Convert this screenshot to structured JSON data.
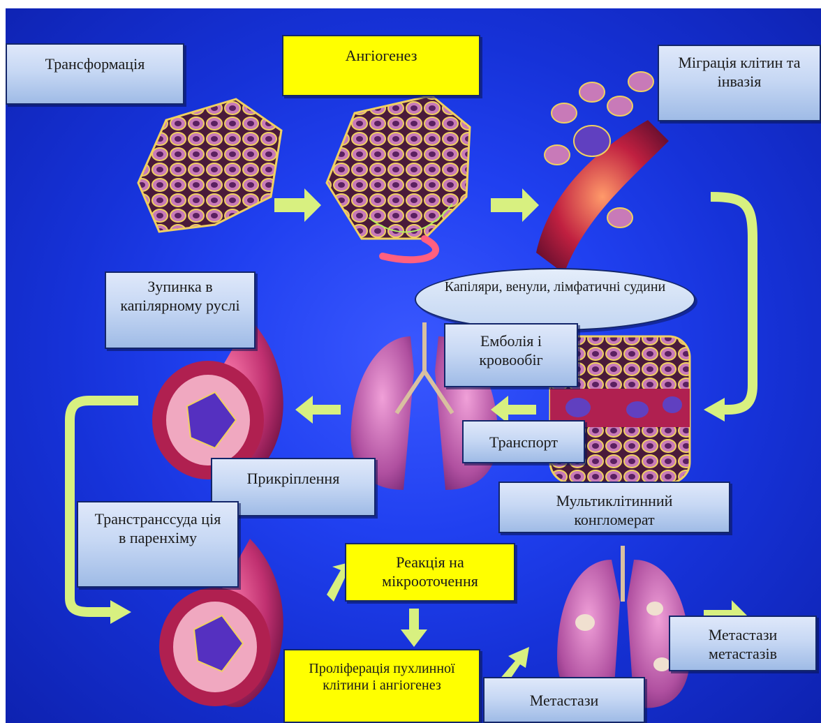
{
  "stages": {
    "transformation": "Трансформація",
    "angiogenesis": "Ангіогенез",
    "migration": "Міграція клітин та інвазія",
    "vessels": "Капіляри, венули, лімфатичні судини",
    "arrest": "Зупинка в капілярному руслі",
    "embolism": "Емболія і кровообіг",
    "transport": "Транспорт",
    "attachment": "Прикріплення",
    "multicellular": "Мультиклітинний конгломерат",
    "extravasation": "Транстранссуда ція в паренхіму",
    "microenvironment": "Реакція на мікрооточення",
    "proliferation": "Проліферація пухлинної клітини і ангіогенез",
    "metastases": "Метастази",
    "metastases_of_metastases": "Метастази метастазів"
  },
  "colors": {
    "background": "#2040f0",
    "label_box": "#c7d8f4",
    "highlight_box": "#ffff00",
    "arrow": "#d8f080"
  }
}
